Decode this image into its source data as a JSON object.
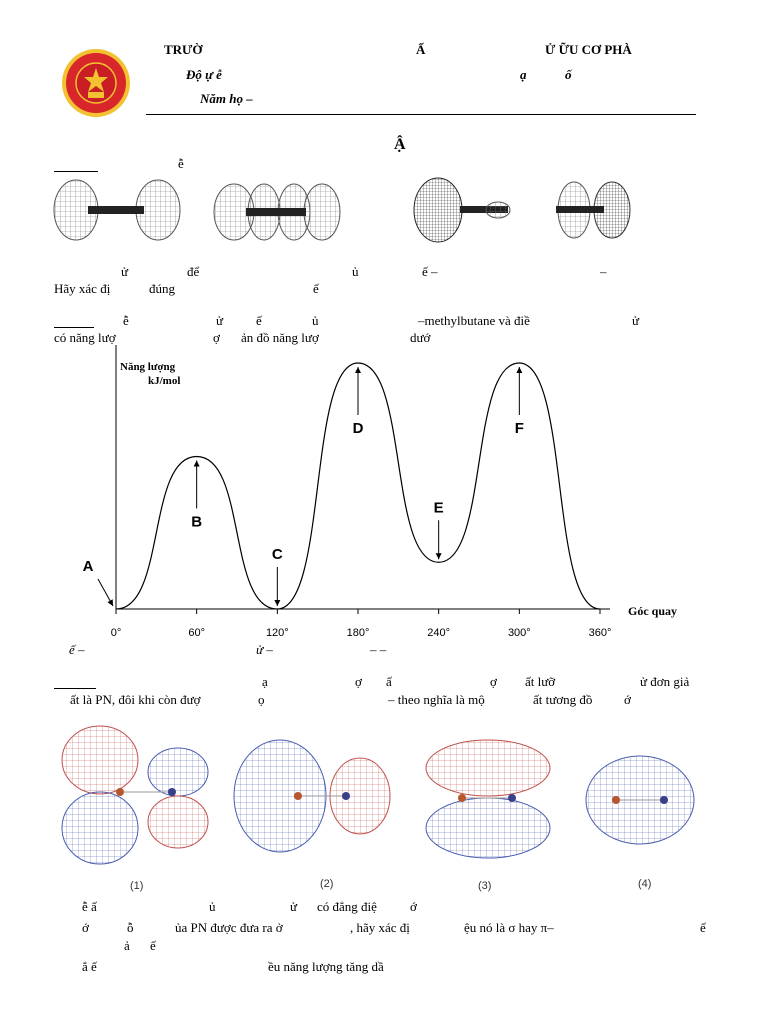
{
  "header": {
    "line1_left": "TRƯỜ",
    "line1_mid": "Ấ",
    "line1_right": "Ử   ỮU CƠ PHÀ",
    "line2_left": "Độ   ự   ễ",
    "line2_mid": "ạ",
    "line2_right": "ố",
    "line3": "Năm họ        –"
  },
  "section_title": "Ậ",
  "q1": {
    "blank_word": "ễ",
    "line1": [
      "ử",
      "để",
      "ủ",
      "ế   –",
      "–"
    ],
    "line2_a": "Hãy xác đị",
    "line2_b": "đúng",
    "line2_c": "ế"
  },
  "q2": {
    "l1_a": "ễ",
    "l1_b": "ử",
    "l1_c": "ế",
    "l1_d": "ủ",
    "l1_e": "–methylbutane và điề",
    "l1_f": "ử",
    "l2_a": "có năng lượ",
    "l2_b": "ợ",
    "l2_c": "ản đồ năng lượ",
    "l2_d": "dướ"
  },
  "chart_data": {
    "type": "line",
    "ylabel_line1": "Năng lượng",
    "ylabel_line2": "kJ/mol",
    "xlabel": "Góc quay",
    "x_ticks": [
      "0°",
      "60°",
      "120°",
      "180°",
      "240°",
      "300°",
      "360°"
    ],
    "x_tick_values": [
      0,
      60,
      120,
      180,
      240,
      300,
      360
    ],
    "xlim": [
      0,
      360
    ],
    "points": [
      {
        "label": "A",
        "x": 0,
        "y": 0
      },
      {
        "label": "B",
        "x": 60,
        "y": 0.62
      },
      {
        "label": "C",
        "x": 120,
        "y": 0
      },
      {
        "label": "D",
        "x": 180,
        "y": 1.0
      },
      {
        "label": "E",
        "x": 240,
        "y": 0.19
      },
      {
        "label": "F",
        "x": 300,
        "y": 1.0
      }
    ]
  },
  "q2_after": {
    "a": "ế   –",
    "b": "ử   –",
    "c": "–   –"
  },
  "q3": {
    "l1_a": "ạ",
    "l1_b": "ợ",
    "l1_c": "ấ",
    "l1_d": "ợ",
    "l1_e": "ất lưỡ",
    "l1_f": "ử đơn giả",
    "l2_a": "ất là PN, đôi khi còn đượ",
    "l2_b": "ọ",
    "l2_c": "– theo nghĩa là mộ",
    "l2_d": "ất tương đồ",
    "l2_e": "ớ"
  },
  "orbital_captions": [
    "(1)",
    "(2)",
    "(3)",
    "(4)"
  ],
  "q3_end": {
    "l1_a": "ễ ấ",
    "l1_b": "ủ",
    "l1_c": "ử",
    "l1_d": "có đẳng điệ",
    "l1_e": "ớ",
    "l2_a": "ớ",
    "l2_b": "ỗ",
    "l2_c": "ủa PN được đưa ra ở",
    "l2_d": ", hãy xác đị",
    "l2_e": "ệu nó là σ hay π–",
    "l2_f": "ế",
    "l3_a": "ả",
    "l3_b": "ế",
    "l4_a": "ắ   ế",
    "l4_b": "ều năng lượng tăng dầ"
  },
  "colors": {
    "logo_red": "#d8262b",
    "logo_gold": "#f2c230",
    "orbital_red": "#c0504d",
    "orbital_blue": "#4a5cb0"
  }
}
